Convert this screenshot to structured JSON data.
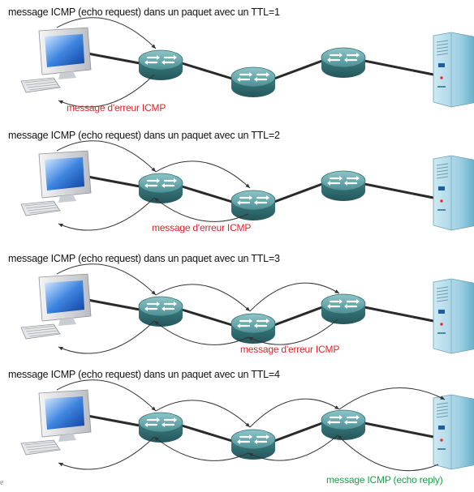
{
  "colors": {
    "error": "#e8202a",
    "reply": "#1aa14a",
    "arrow": "#333333",
    "link": "#2a2a2a",
    "router": "#4f9a9e"
  },
  "panels": [
    {
      "caption": "message ICMP (echo request) dans un paquet avec un TTL=1",
      "response": "message d'erreur ICMP",
      "response_type": "error",
      "ttl": 1
    },
    {
      "caption": "message ICMP (echo request) dans un paquet avec un TTL=2",
      "response": "message d'erreur ICMP",
      "response_type": "error",
      "ttl": 2
    },
    {
      "caption": "message ICMP (echo request) dans un paquet avec un TTL=3",
      "response": "message d'erreur ICMP",
      "response_type": "error",
      "ttl": 3
    },
    {
      "caption": "message ICMP (echo request) dans un paquet avec un TTL=4",
      "response": "message ICMP (echo reply)",
      "response_type": "reply",
      "ttl": 4
    }
  ],
  "footer_letter": "e"
}
